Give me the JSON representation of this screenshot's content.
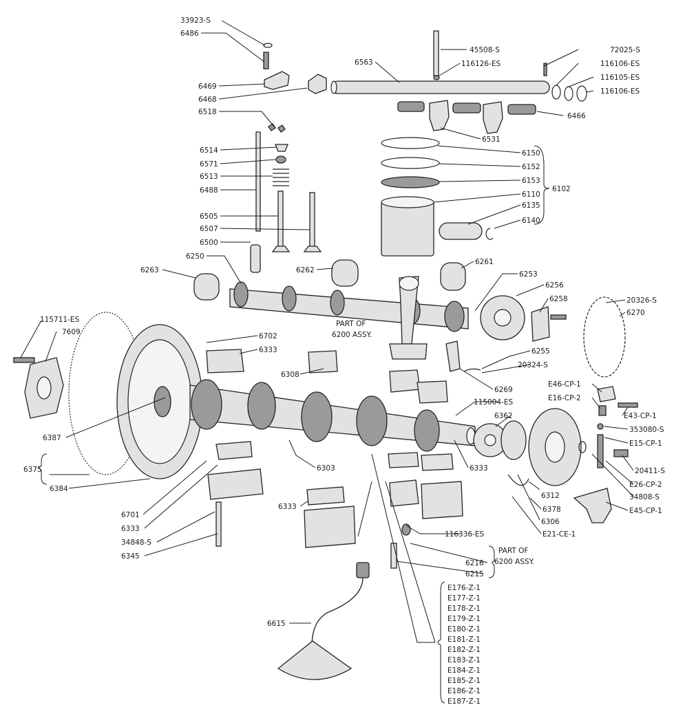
{
  "labels": {
    "p33923s": "33923-S",
    "p6486": "6486",
    "p45508s": "45508-S",
    "p116126es": "116126-ES",
    "p72025s": "72025-S",
    "p116106es_a": "116106-ES",
    "p116105es": "116105-ES",
    "p116106es_b": "116106-ES",
    "p6563": "6563",
    "p6469": "6469",
    "p6468": "6468",
    "p6466": "6466",
    "p6518": "6518",
    "p6531": "6531",
    "p6514": "6514",
    "p6571": "6571",
    "p6513": "6513",
    "p6488": "6488",
    "p6505": "6505",
    "p6507": "6507",
    "p6500": "6500",
    "p6150": "6150",
    "p6152": "6152",
    "p6153": "6153",
    "p6110": "6110",
    "p6135": "6135",
    "p6140": "6140",
    "p6102": "6102",
    "p6263": "6263",
    "p6250": "6250",
    "p6262": "6262",
    "p6261": "6261",
    "p6253": "6253",
    "p6256": "6256",
    "p6258": "6258",
    "p20326s": "20326-S",
    "p6270": "6270",
    "p115711es": "115711-ES",
    "p7609": "7609",
    "p6702": "6702",
    "p6333_a": "6333",
    "p6308": "6308",
    "p6255": "6255",
    "p20324s": "20324-S",
    "p6269": "6269",
    "p115004es": "115004-ES",
    "p6362": "6362",
    "p6387": "6387",
    "p6303": "6303",
    "p6333_b": "6333",
    "p6375": "6375",
    "p6384": "6384",
    "p6701": "6701",
    "p6333_c": "6333",
    "p34848s": "34848-S",
    "p6345": "6345",
    "p6333_d": "6333",
    "p116336es": "116336-ES",
    "p6216": "6216",
    "p6215": "6215",
    "p6312": "6312",
    "p6378": "6378",
    "p6306": "6306",
    "pE21CE1": "E21-CE-1",
    "pE46CP1": "E46-CP-1",
    "pE16CP2": "E16-CP-2",
    "pE43CP1": "E43-CP-1",
    "p353080s": "353080-S",
    "pE15CP1": "E15-CP-1",
    "p20411s": "20411-S",
    "pE26CP2": "E26-CP-2",
    "p34808s": "34808-S",
    "pE45CP1": "E45-CP-1",
    "p6615": "6615",
    "part_of_a_1": "PART OF",
    "part_of_a_2": "6200 ASSY.",
    "part_of_b_1": "PART OF",
    "part_of_b_2": "6200 ASSY."
  },
  "bearing_list": [
    "E176-Z-1",
    "E177-Z-1",
    "E178-Z-1",
    "E179-Z-1",
    "E180-Z-1",
    "E181-Z-1",
    "E182-Z-1",
    "E183-Z-1",
    "E184-Z-1",
    "E185-Z-1",
    "E186-Z-1",
    "E187-Z-1"
  ]
}
